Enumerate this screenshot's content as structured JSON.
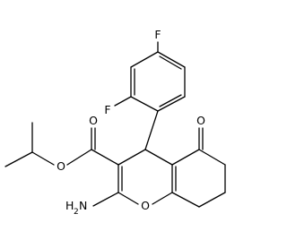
{
  "molecule": {
    "atoms": {
      "f_top": "F",
      "f_left": "F",
      "o_ester": "O",
      "o_carbonyl": "O",
      "o_ketone": "O",
      "o_ring": "O",
      "nh2_main": "H",
      "nh2_sub": "2",
      "nh2_n": "N"
    }
  },
  "colors": {
    "bond": "#000000",
    "label": "#000000",
    "background": "#ffffff"
  }
}
